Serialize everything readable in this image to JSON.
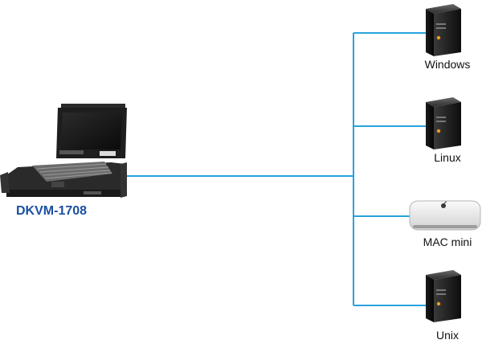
{
  "colors": {
    "connector": "#27a3dd",
    "device_label": "#1a4fa3"
  },
  "kvm": {
    "label": "DKVM-1708",
    "icon": "rack-kvm-console-icon"
  },
  "targets": [
    {
      "label": "Windows",
      "icon": "tower-server-icon"
    },
    {
      "label": "Linux",
      "icon": "tower-server-icon"
    },
    {
      "label": "MAC mini",
      "icon": "mac-mini-icon"
    },
    {
      "label": "Unix",
      "icon": "tower-server-icon"
    }
  ]
}
